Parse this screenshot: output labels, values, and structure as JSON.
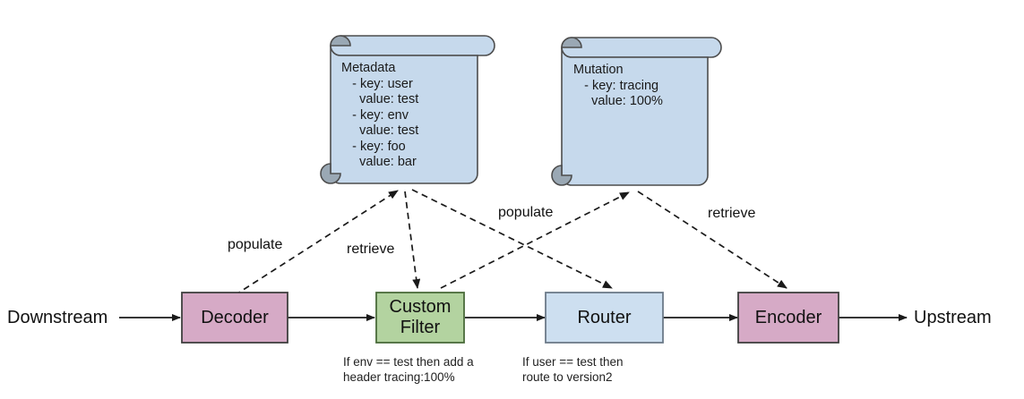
{
  "diagram": {
    "title": "Envoy filter chain with metadata and mutation scrolls",
    "colors": {
      "pink": "#d6aac6",
      "green": "#b3d3a0",
      "blue": "#cddff0",
      "scroll_fill": "#c6d9ec",
      "scroll_curl": "#9aa8b4",
      "stroke": "#4d4d4d",
      "pink_stroke": "#3f3f3f",
      "green_stroke": "#4a6b3a",
      "blue_stroke": "#6c7a89",
      "arrow": "#1a1a1a",
      "text": "#111111",
      "background": "#ffffff"
    }
  },
  "endpoints": {
    "downstream": "Downstream",
    "upstream": "Upstream"
  },
  "nodes": [
    {
      "id": "decoder",
      "label": "Decoder",
      "fill": "#d6aac6"
    },
    {
      "id": "custom-filter",
      "label": "Custom\nFilter",
      "fill": "#b3d3a0"
    },
    {
      "id": "router",
      "label": "Router",
      "fill": "#cddff0"
    },
    {
      "id": "encoder",
      "label": "Encoder",
      "fill": "#d6aac6"
    }
  ],
  "scrolls": [
    {
      "id": "metadata",
      "title": "Metadata",
      "body": "Metadata\n   - key: user\n     value: test\n   - key: env\n     value: test\n   - key: foo\n     value: bar",
      "entries": [
        {
          "key": "user",
          "value": "test"
        },
        {
          "key": "env",
          "value": "test"
        },
        {
          "key": "foo",
          "value": "bar"
        }
      ]
    },
    {
      "id": "mutation",
      "title": "Mutation",
      "body": "Mutation\n   - key: tracing\n     value: 100%",
      "entries": [
        {
          "key": "tracing",
          "value": "100%"
        }
      ]
    }
  ],
  "edges": [
    {
      "id": "decoder-to-metadata",
      "label": "populate",
      "from": "decoder",
      "to": "metadata",
      "style": "dashed"
    },
    {
      "id": "metadata-to-custom-filter",
      "label": "retrieve",
      "from": "metadata",
      "to": "custom-filter",
      "style": "dashed"
    },
    {
      "id": "custom-filter-to-mutation",
      "label": "populate",
      "from": "custom-filter",
      "to": "mutation",
      "style": "dashed"
    },
    {
      "id": "metadata-to-router",
      "label": "",
      "from": "metadata",
      "to": "router",
      "style": "dashed"
    },
    {
      "id": "mutation-to-encoder",
      "label": "retrieve",
      "from": "mutation",
      "to": "encoder",
      "style": "dashed"
    },
    {
      "id": "downstream-to-decoder",
      "label": "",
      "from": "downstream",
      "to": "decoder",
      "style": "solid"
    },
    {
      "id": "decoder-to-custom-filter",
      "label": "",
      "from": "decoder",
      "to": "custom-filter",
      "style": "solid"
    },
    {
      "id": "custom-filter-to-router",
      "label": "",
      "from": "custom-filter",
      "to": "router",
      "style": "solid"
    },
    {
      "id": "router-to-encoder",
      "label": "",
      "from": "router",
      "to": "encoder",
      "style": "solid"
    },
    {
      "id": "encoder-to-upstream",
      "label": "",
      "from": "encoder",
      "to": "upstream",
      "style": "solid"
    }
  ],
  "edge_labels": {
    "populate_left": "populate",
    "retrieve_left": "retrieve",
    "populate_right": "populate",
    "retrieve_right": "retrieve"
  },
  "notes": [
    {
      "id": "custom-filter-note",
      "text": "If env == test then add a\nheader tracing:100%"
    },
    {
      "id": "router-note",
      "text": "If user == test then\nroute to version2"
    }
  ]
}
